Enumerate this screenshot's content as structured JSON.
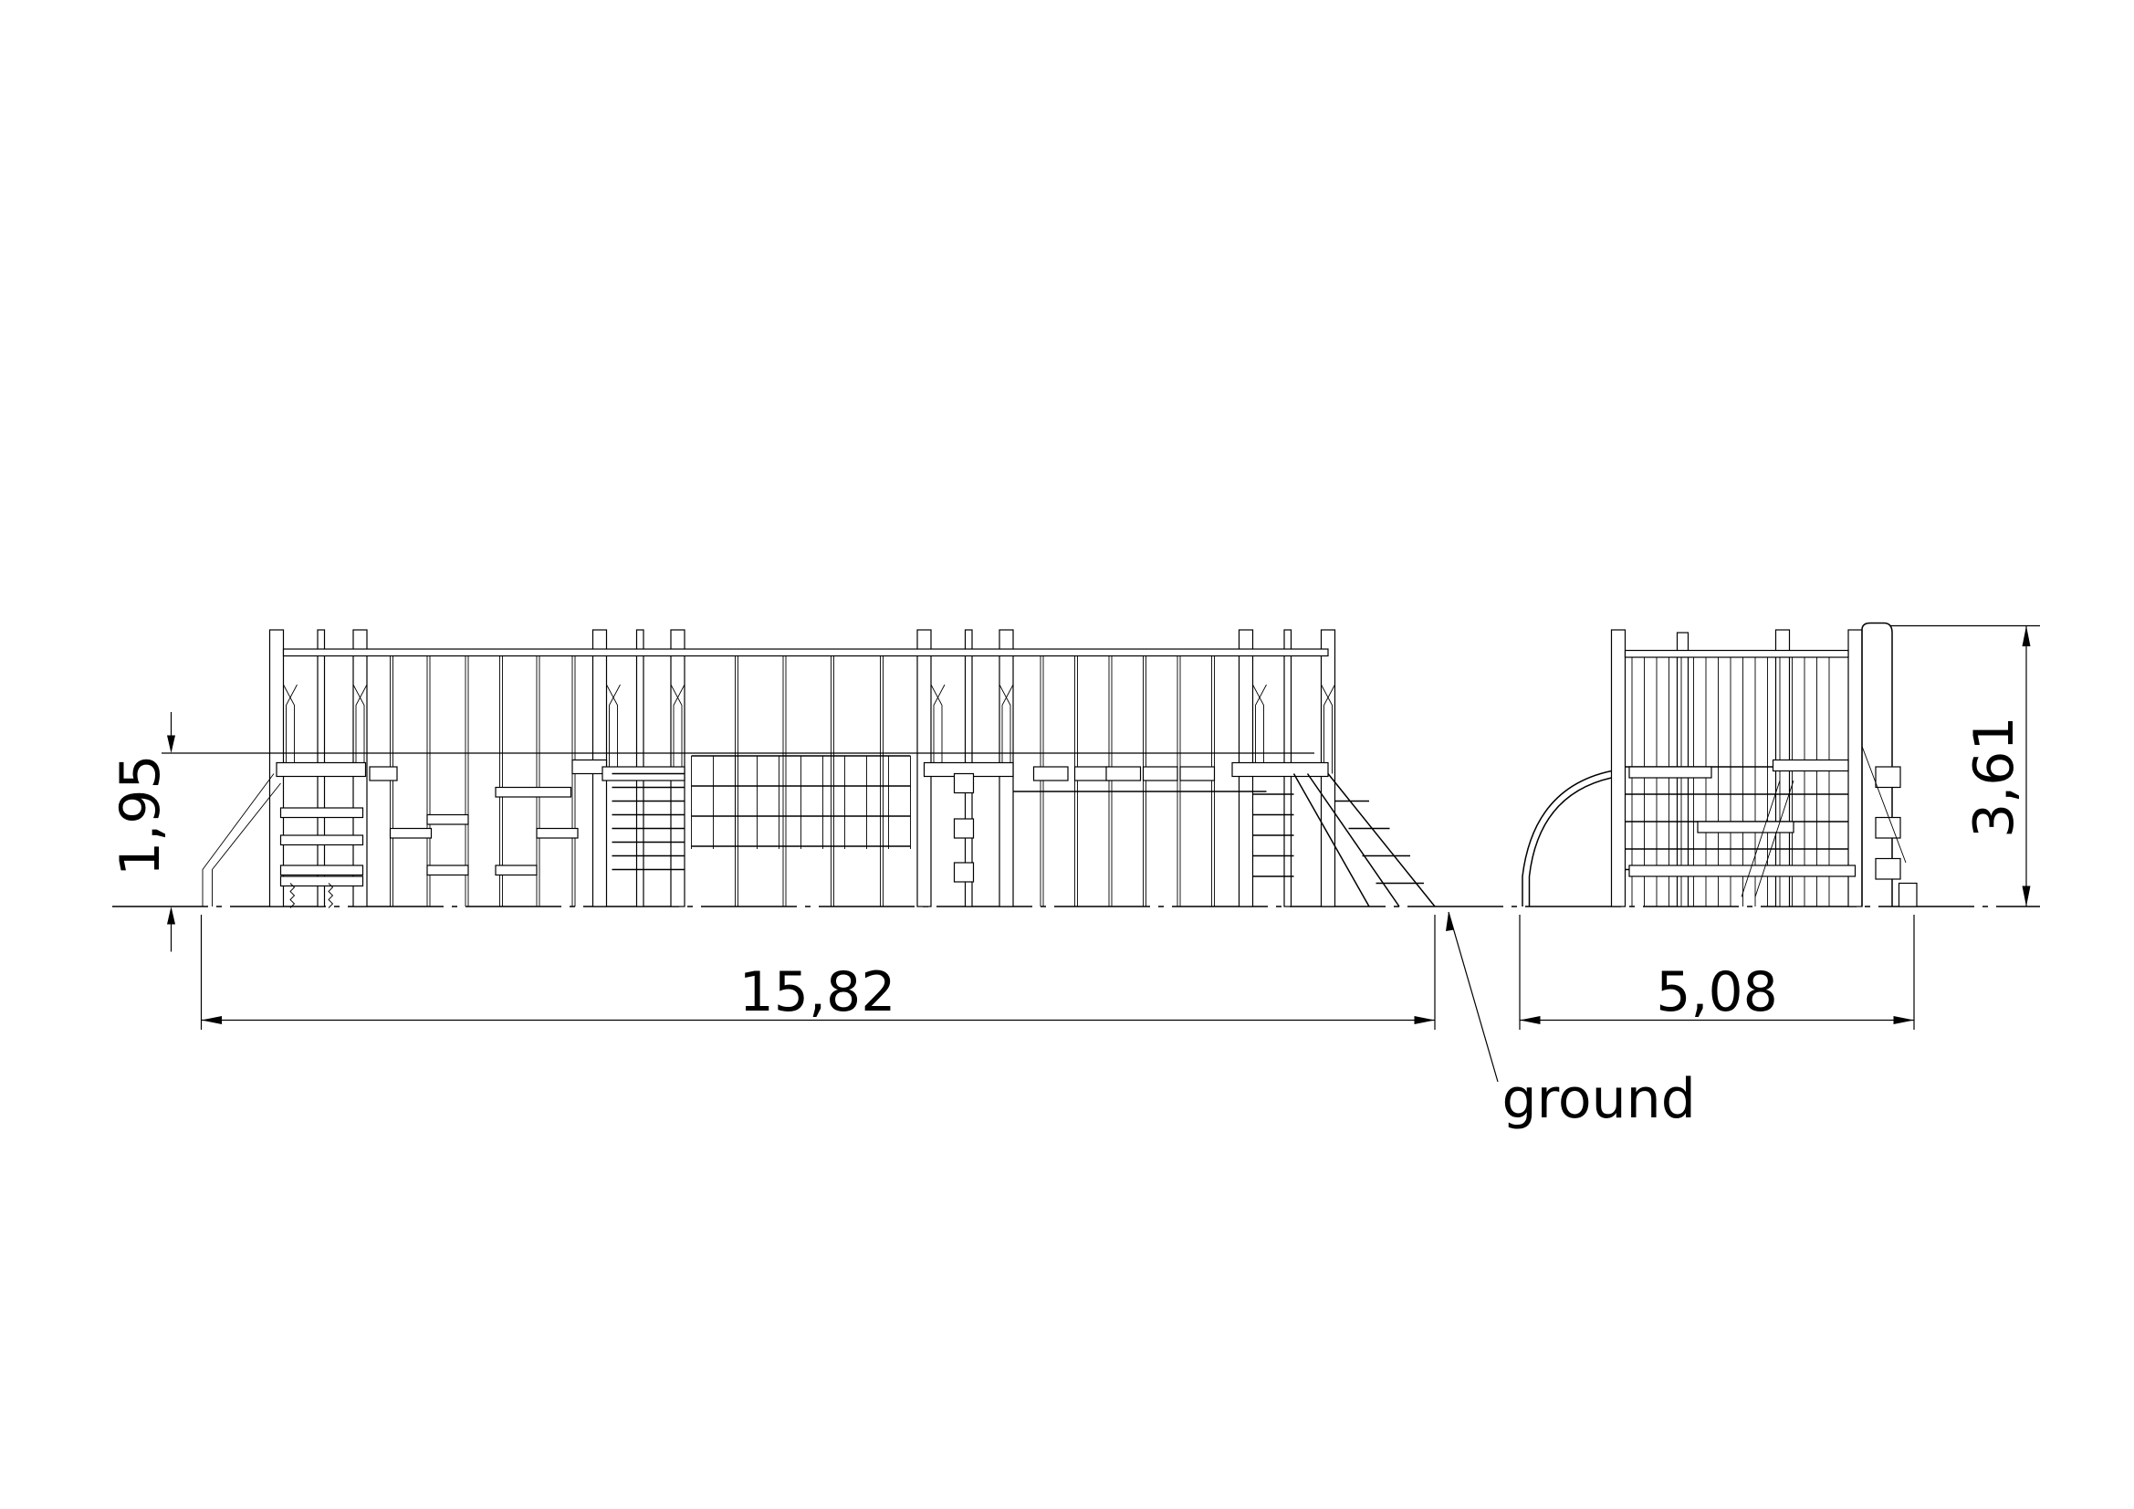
{
  "dimensions": {
    "platform_height": "1,95",
    "total_height": "3,61",
    "front_length": "15,82",
    "side_width": "5,08"
  },
  "annotations": {
    "ground_label": "ground"
  },
  "colors": {
    "line": "#000000",
    "background": "#ffffff"
  }
}
